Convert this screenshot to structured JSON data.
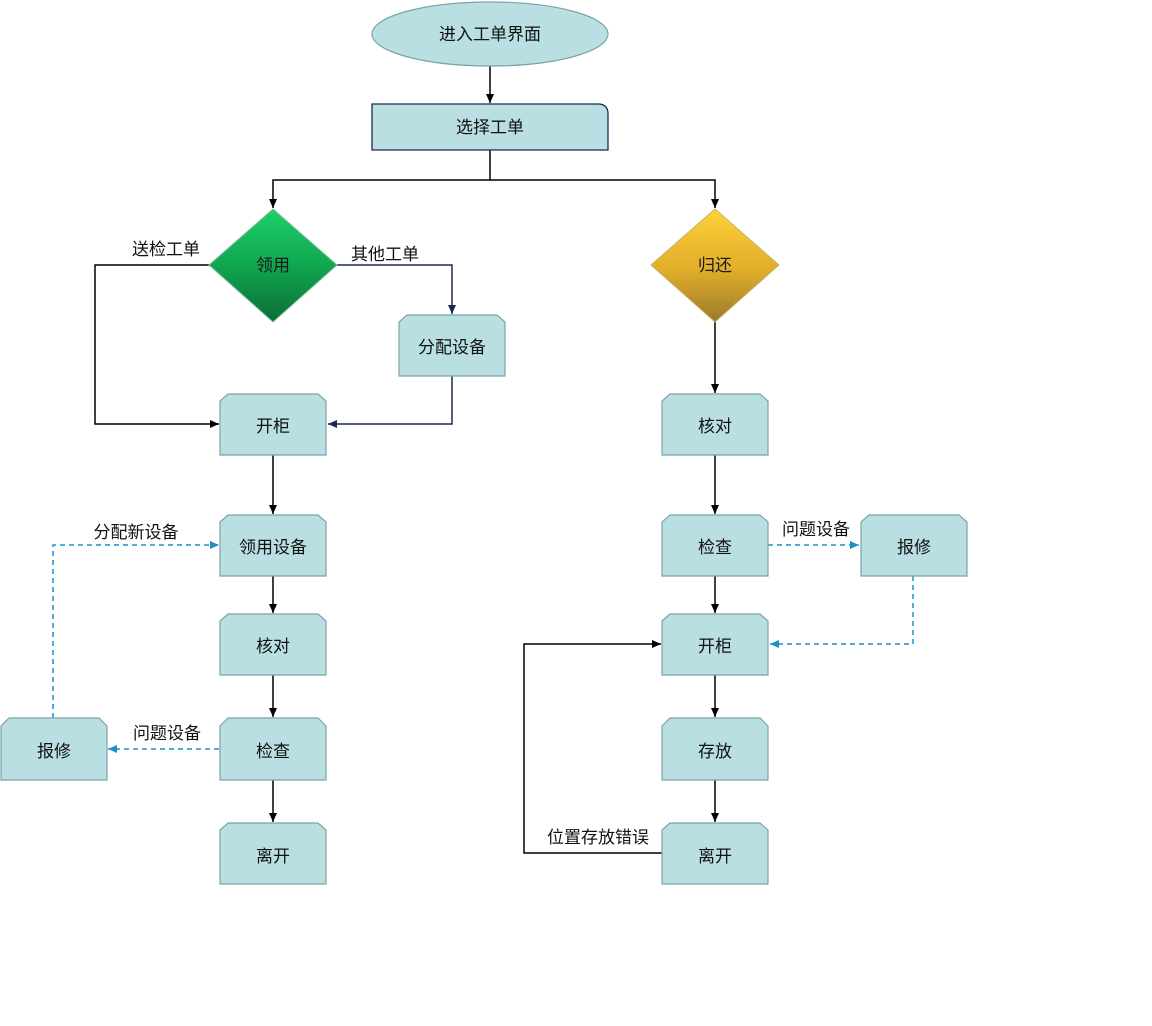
{
  "nodes": {
    "start": "进入工单界面",
    "select": "选择工单",
    "borrow": "领用",
    "return": "归还",
    "assign": "分配设备",
    "l_open": "开柜",
    "l_take": "领用设备",
    "l_verify": "核对",
    "l_check": "检查",
    "l_repair": "报修",
    "l_leave": "离开",
    "r_verify": "核对",
    "r_check": "检查",
    "r_repair": "报修",
    "r_open": "开柜",
    "r_store": "存放",
    "r_leave": "离开"
  },
  "edges": {
    "inspection_order": "送检工单",
    "other_order": "其他工单",
    "assign_new": "分配新设备",
    "l_problem": "问题设备",
    "r_problem": "问题设备",
    "wrong_place": "位置存放错误"
  },
  "colors": {
    "node_fill": "#b9dfe2",
    "node_stroke": "#7aa4a8",
    "borrow_diamond": "#12a852",
    "return_diamond": "#d8a92a",
    "dashed_edge": "#1e8fc6",
    "edge": "#000000"
  }
}
